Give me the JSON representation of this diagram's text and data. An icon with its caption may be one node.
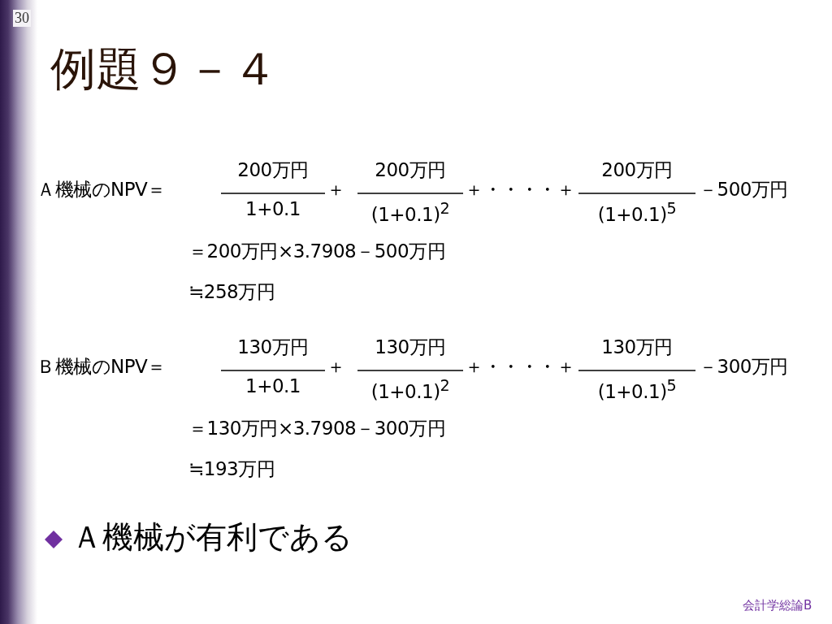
{
  "diagram": {
    "title": "例題９－４",
    "labels": [
      "30",
      "Ａ機械のNPV＝",
      "200万円",
      "1+0.1",
      "＋",
      "200万円",
      "(1+0.1)$^{2}$",
      "＋・・・・＋",
      "200万円",
      "(1+0.1)$^{5}$",
      "－500万円",
      "＝200万円×3.7908－500万円",
      "≒258万円",
      "Ｂ機械のNPV＝",
      "130万円",
      "1+0.1",
      "＋",
      "130万円",
      "(1+0.1)$^{2}$",
      "＋・・・・＋",
      "130万円",
      "(1+0.1)$^{5}$",
      "－300万円",
      "＝130万円×3.7908－300万円",
      "≒193万円",
      "Ａ機械が有利である",
      "会計学総論B"
    ]
  }
}
